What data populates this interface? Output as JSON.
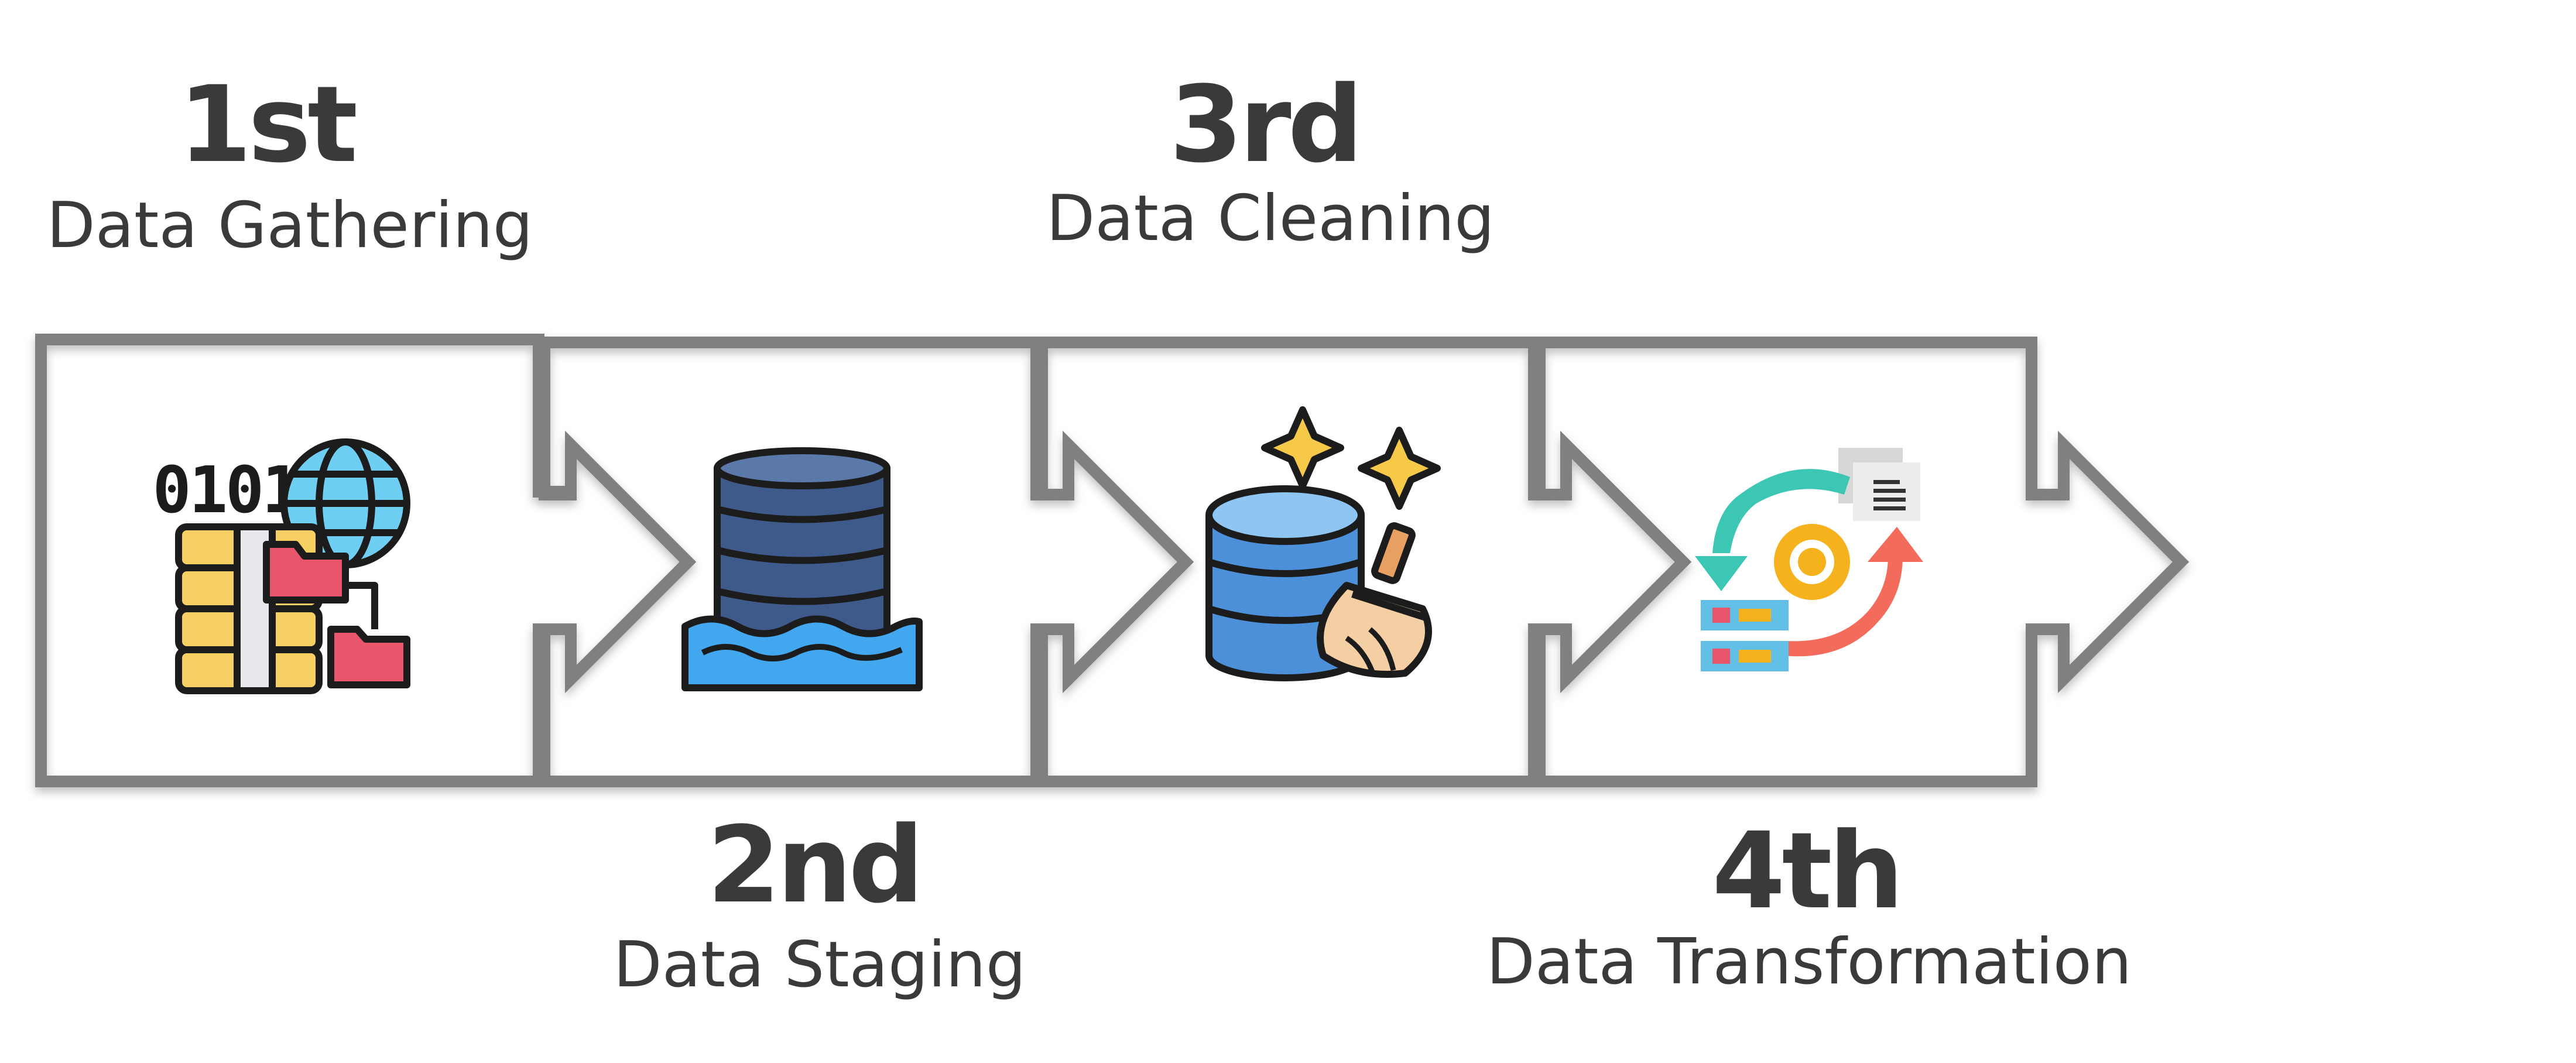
{
  "steps": [
    {
      "number": "1st",
      "label": "Data Gathering"
    },
    {
      "number": "2nd",
      "label": "Data Staging"
    },
    {
      "number": "3rd",
      "label": "Data Cleaning"
    },
    {
      "number": "4th",
      "label": "Data Transformation"
    }
  ],
  "icons": {
    "gathering": {
      "name": "data-gathering-icon",
      "binary_text": "0101"
    },
    "staging": {
      "name": "data-lake-icon"
    },
    "cleaning": {
      "name": "database-cleaning-icon"
    },
    "transformation": {
      "name": "data-transformation-icon"
    }
  },
  "colors": {
    "frame": "#808080",
    "text": "#3a3a3a",
    "db_dark": "#3d5a8a",
    "db_light": "#62a5e6",
    "water": "#42a7ee",
    "folder": "#e8566b",
    "server": "#f8cf62",
    "globe": "#6fcff2",
    "sparkle": "#f7c948",
    "teal_arrow": "#3cc6b4",
    "red_arrow": "#f36b5a",
    "gear": "#f6b21c"
  }
}
